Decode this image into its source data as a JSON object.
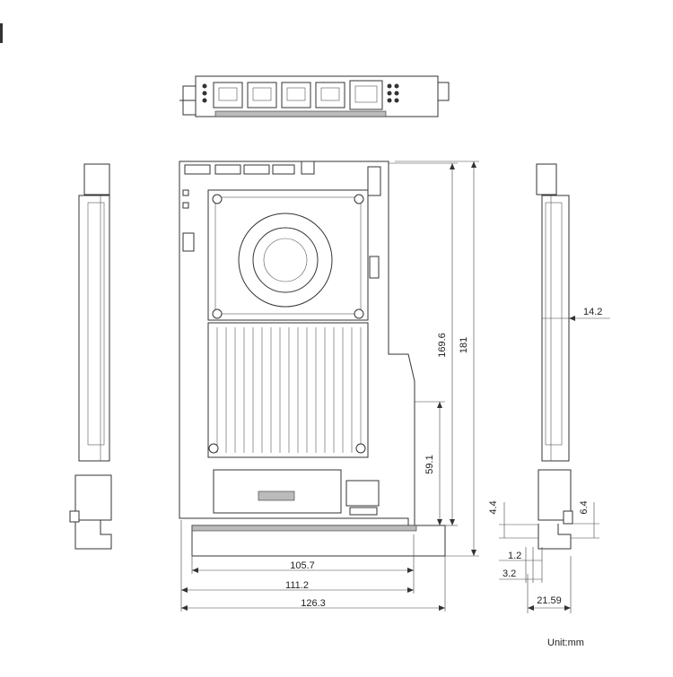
{
  "dimensions": {
    "d105_7": "105.7",
    "d111_2": "111.2",
    "d126_3": "126.3",
    "d169_6": "169.6",
    "d181": "181",
    "d59_1": "59.1",
    "d14_2": "14.2",
    "d4_4": "4.4",
    "d6_4": "6.4",
    "d1_2": "1.2",
    "d3_2": "3.2",
    "d21_59": "21.59"
  },
  "unit_note": "Unit:mm",
  "colors": {
    "line": "#333333",
    "background": "#ffffff"
  }
}
